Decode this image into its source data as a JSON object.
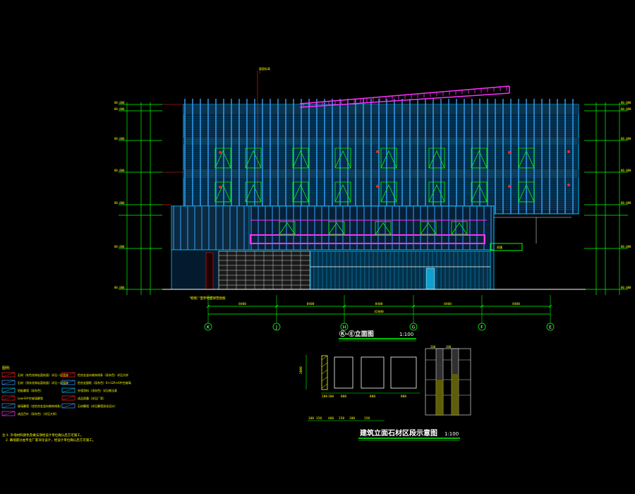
{
  "drawing": {
    "elevation_title": "Ⓚ-Ⓔ立面图",
    "elevation_scale": "1:100",
    "stone_title": "建筑立面石材区段示意图",
    "stone_scale": "1:100"
  },
  "axis_labels": [
    "K",
    "J",
    "H",
    "G",
    "F",
    "E"
  ],
  "dimension_texts": [
    "8400",
    "8400",
    "8400",
    "8400",
    "8400"
  ],
  "total_dimension": "42000",
  "stone_dims": [
    "200",
    "100",
    "800",
    "800",
    "800"
  ],
  "stone_bottom_dims": [
    "100",
    "150",
    "400",
    "150",
    "100",
    "150"
  ],
  "stone_height": "2000",
  "ground_note": "标高、室外地面详见总图",
  "legend_heading": "图例:",
  "legend_left": [
    "石材（灰色花岗岩荔枝面）详见一层墙身",
    "石材（浅灰花岗岩荔枝面）详见一层墙身",
    "铝板幕墙（深灰色）",
    "Low-E中空玻璃幕墙",
    "玻璃幕墙（含铝合金竖向装饰线条）",
    "成品百叶（深灰色）（详见大样）"
  ],
  "legend_right": [
    "铝合金竖向装饰线条（深灰色）详见大样",
    "铝合金窗框（深灰色）6+12A+6中空玻璃",
    "外墙涂料（浅灰色）详见做法表",
    "成品雨篷（详见厂家）",
    "石材幕墙（详见幕墙深化设计）"
  ],
  "notes": [
    "注:1. 外墙材料颜色及做法须经设计单位确认后方可施工。",
    "2. 幕墙部分由专业厂家深化设计，经设计单位确认后方可施工。"
  ],
  "colors": {
    "background": "#000000",
    "grid_cyan": "#00c8ff",
    "mullion_blue": "#3aa0ff",
    "roof_magenta": "#ff30ff",
    "dim_green": "#00ff00",
    "text_yellow": "#ffff00",
    "level_red": "#ff2020",
    "stone_white": "#ffffff"
  }
}
